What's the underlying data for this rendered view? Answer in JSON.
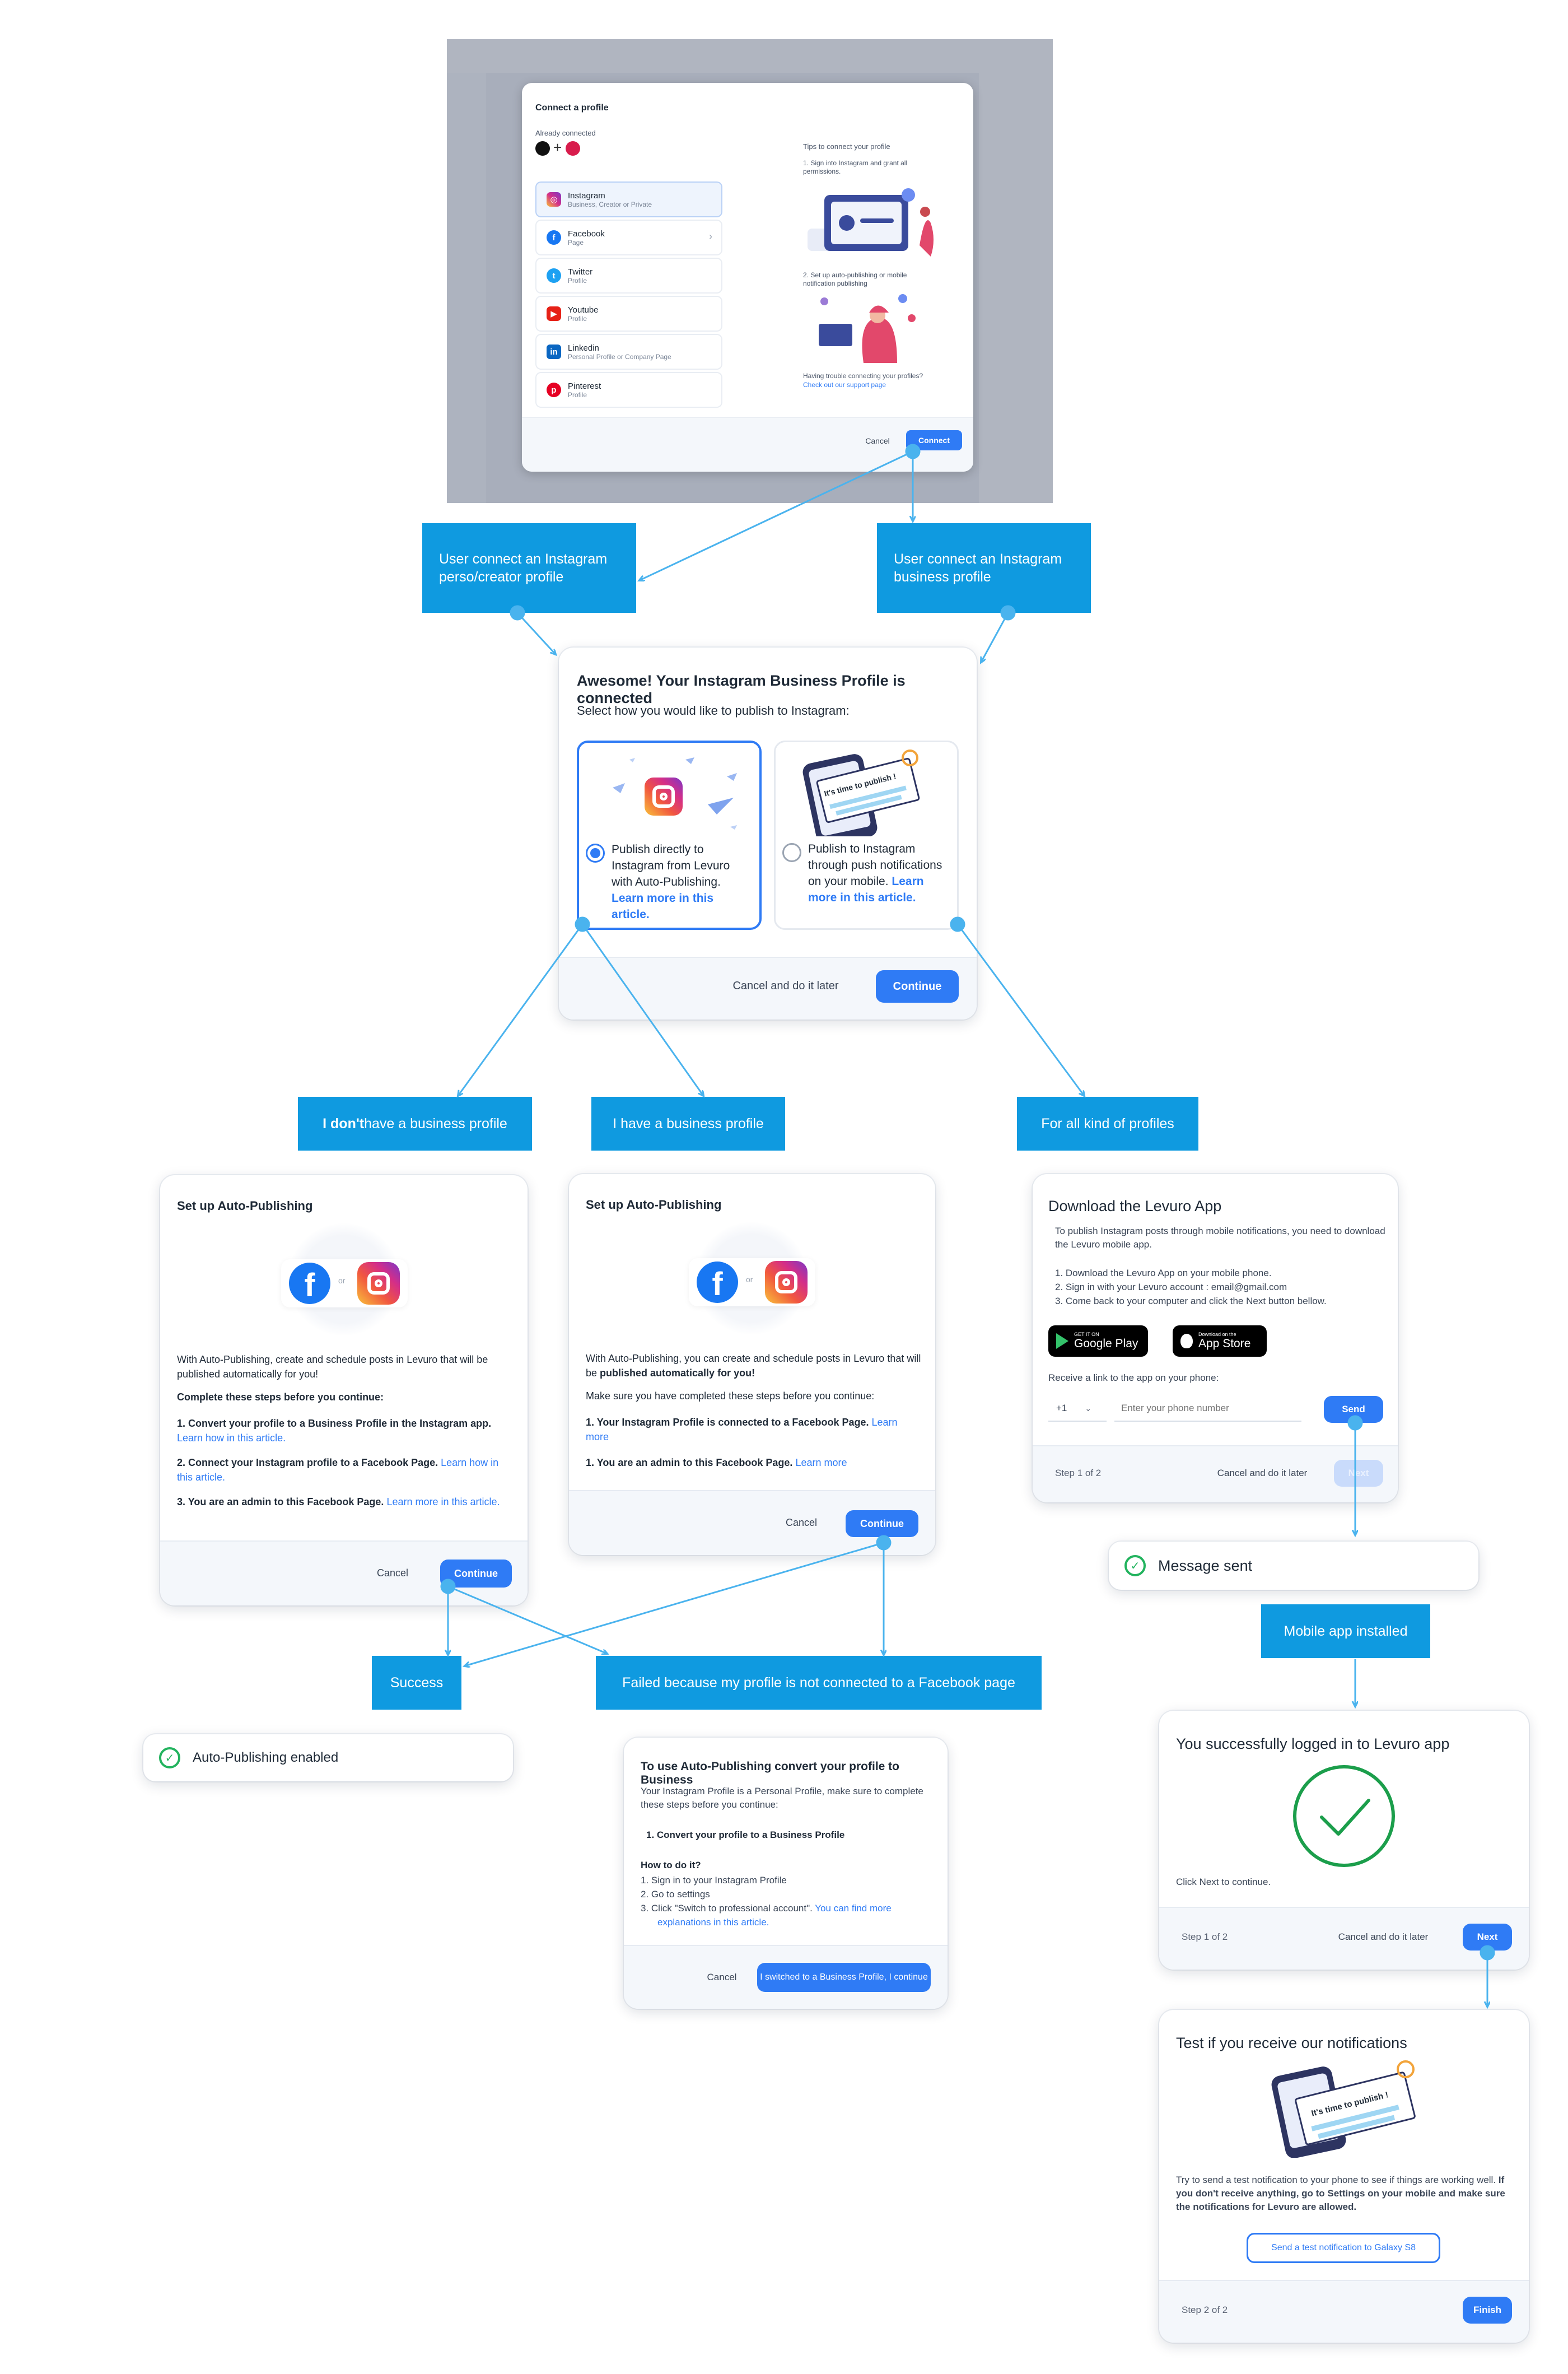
{
  "colors": {
    "accent": "#2f7bf5",
    "label": "#0f9ae0",
    "success": "#22b35e",
    "arrow": "#4ab3ee"
  },
  "connect_modal": {
    "title": "Connect a profile",
    "already_connected": "Already connected",
    "profiles": [
      {
        "name": "Instagram",
        "sub": "Business, Creator or Private",
        "icon": "instagram-icon"
      },
      {
        "name": "Facebook",
        "sub": "Page",
        "icon": "facebook-icon"
      },
      {
        "name": "Twitter",
        "sub": "Profile",
        "icon": "twitter-icon"
      },
      {
        "name": "Youtube",
        "sub": "Profile",
        "icon": "youtube-icon"
      },
      {
        "name": "Linkedin",
        "sub": "Personal Profile or Company Page",
        "icon": "linkedin-icon"
      },
      {
        "name": "Pinterest",
        "sub": "Profile",
        "icon": "pinterest-icon"
      }
    ],
    "tips_title": "Tips to connect your profile",
    "tip1": "1. Sign into Instagram and grant all permissions.",
    "tip2": "2. Set up auto-publishing or mobile notification publishing",
    "trouble": "Having trouble connecting your profiles?",
    "support_link": "Check out our support page",
    "cancel": "Cancel",
    "connect": "Connect"
  },
  "labels": {
    "perso": "User connect an Instagram perso/creator profile",
    "business": "User connect an Instagram business profile",
    "dont_have_bold": "I don't",
    "dont_have_rest": " have a business profile",
    "have": "I have a business profile",
    "all_kind": "For all kind of profiles",
    "success": "Success",
    "failed": "Failed because my profile is not connected to a Facebook page",
    "mobile_installed": "Mobile app installed"
  },
  "awesome": {
    "title": "Awesome! Your Instagram Business Profile is connected",
    "subtitle": "Select how you would like to publish to Instagram:",
    "opt1_text": "Publish directly to Instagram from Levuro with Auto-Publishing.",
    "opt1_link": "Learn more in this article.",
    "opt2_text": "Publish to Instagram through push notifications on your mobile.",
    "opt2_link": "Learn more in this article.",
    "bubble": "It's time to publish !",
    "cancel": "Cancel and do it later",
    "continue": "Continue"
  },
  "setup_a": {
    "title": "Set up Auto-Publishing",
    "or": "or",
    "intro": "With Auto-Publishing,  create and schedule posts in Levuro that will be published automatically for you!",
    "steps_title": "Complete these steps before you continue:",
    "step1": "1. Convert your profile to a Business Profile in the Instagram app.",
    "step1_link": "Learn how in this article.",
    "step2": "2. Connect your Instagram profile to a Facebook Page.",
    "step2_link": "Learn how in this article.",
    "step3": "3. You are an admin to this Facebook Page.",
    "step3_link": "Learn more in this article.",
    "cancel": "Cancel",
    "continue": "Continue"
  },
  "setup_b": {
    "title": "Set up Auto-Publishing",
    "or": "or",
    "intro_pre": "With Auto-Publishing, you can create and schedule posts in Levuro that will be ",
    "intro_bold": "published automatically for you!",
    "make_sure": "Make sure you have completed these steps before you continue:",
    "step1": "1. Your Instagram Profile is connected to a Facebook Page.",
    "step1_link": "Learn more",
    "step2": "1. You are an admin to this Facebook Page.",
    "step2_link": "Learn more",
    "cancel": "Cancel",
    "continue": "Continue"
  },
  "download": {
    "title": "Download the Levuro App",
    "intro": "To publish Instagram posts through mobile notifications, you need to download the Levuro mobile app.",
    "step1": "1. Download the Levuro App on your mobile phone.",
    "step2": "2. Sign in with your Levuro account : email@gmail.com",
    "step3": "3. Come back to your computer and click the Next button bellow.",
    "gp_small": "GET IT ON",
    "gp_big": "Google Play",
    "as_small": "Download on the",
    "as_big": "App Store",
    "receive": "Receive a link to the app on your phone:",
    "prefix": "+1",
    "phone_placeholder": "Enter your phone number",
    "send": "Send",
    "step": "Step 1 of 2",
    "cancel": "Cancel and do it later",
    "next": "Next"
  },
  "toasts": {
    "message_sent": "Message sent",
    "auto_enabled": "Auto-Publishing enabled"
  },
  "convert": {
    "title": "To use Auto-Publishing convert your profile to Business",
    "intro": "Your Instagram Profile is a Personal Profile, make sure to complete these steps before you continue:",
    "step1": "1. Convert your profile to a Business Profile",
    "how": "How to do it?",
    "h1": "1.  Sign in to your Instagram Profile",
    "h2": "2.  Go to settings",
    "h3": "3.  Click \"Switch to professional account\".",
    "h3_link": "You can find more explanations in this article.",
    "cancel": "Cancel",
    "confirm": "I switched to a Business Profile, I continue"
  },
  "logged": {
    "title": "You successfully logged in to Levuro app",
    "click_next": "Click Next to continue.",
    "step": "Step 1 of 2",
    "cancel": "Cancel and do it later",
    "next": "Next"
  },
  "test": {
    "title": "Test if you receive our notifications",
    "bubble": "It's time to publish !",
    "p_pre": "Try to send a test notification to your phone to see if things are working well. ",
    "p_bold": "If you don't receive anything, go to Settings on your mobile and make sure the notifications for Levuro are allowed.",
    "send_test": "Send a test notification to Galaxy S8",
    "step": "Step 2 of 2",
    "finish": "Finish"
  }
}
